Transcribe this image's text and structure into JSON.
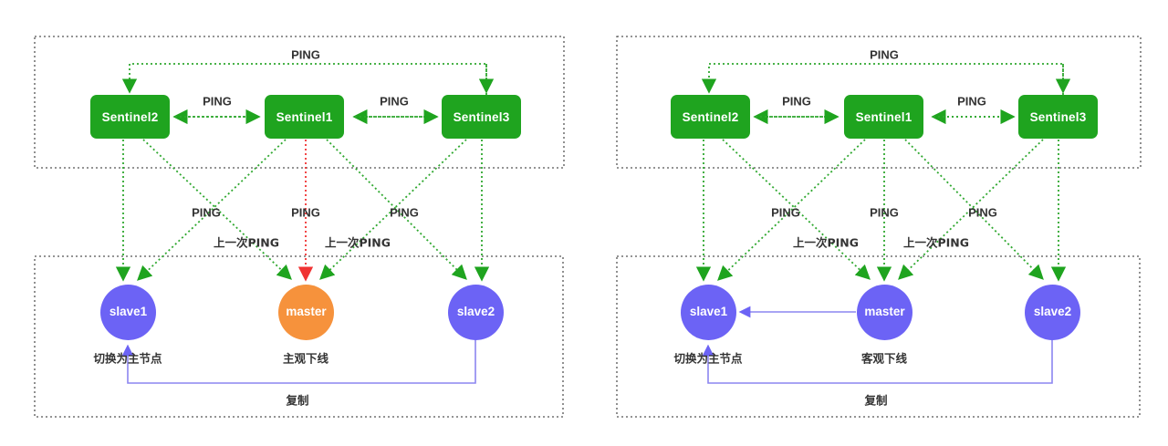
{
  "colors": {
    "sentinel_green": "#1FA41F",
    "master_orange": "#F6923C",
    "slave_purple": "#6C63F5",
    "ping_line_green": "#2FA82F",
    "down_line_red": "#F03333",
    "replication_line": "#8C85F0",
    "container_border": "#555555",
    "label_text": "#333333",
    "background": "#FFFFFF"
  },
  "diagrams": [
    {
      "id": "left",
      "name": "subjective-down-diagram",
      "sentinel_group": {
        "name": "sentinel-cluster-container",
        "nodes": [
          {
            "id": "sentinel2",
            "label": "Sentinel2"
          },
          {
            "id": "sentinel1",
            "label": "Sentinel1"
          },
          {
            "id": "sentinel3",
            "label": "Sentinel3"
          }
        ],
        "edge_labels": [
          {
            "id": "ping-top",
            "text": "PING"
          },
          {
            "id": "ping-left",
            "text": "PING"
          },
          {
            "id": "ping-right",
            "text": "PING"
          }
        ]
      },
      "data_group": {
        "name": "redis-data-container",
        "nodes": [
          {
            "id": "slave1",
            "label": "slave1",
            "color": "#6C63F5",
            "status": "切换为主节点"
          },
          {
            "id": "master",
            "label": "master",
            "color": "#F6923C",
            "status": "主观下线"
          },
          {
            "id": "slave2",
            "label": "slave2",
            "color": "#6C63F5",
            "status": ""
          }
        ],
        "edge_labels": [
          {
            "id": "ping-slave1",
            "text": "PING"
          },
          {
            "id": "ping-master",
            "text": "PING"
          },
          {
            "id": "ping-slave2",
            "text": "PING"
          },
          {
            "id": "lastping-left",
            "text": "上一次PING"
          },
          {
            "id": "lastping-right",
            "text": "上一次PING"
          },
          {
            "id": "replication",
            "text": "复制"
          }
        ]
      },
      "master_ping_line_color": "#F03333",
      "has_promotion_arrow": false
    },
    {
      "id": "right",
      "name": "objective-down-diagram",
      "sentinel_group": {
        "name": "sentinel-cluster-container",
        "nodes": [
          {
            "id": "sentinel2",
            "label": "Sentinel2"
          },
          {
            "id": "sentinel1",
            "label": "Sentinel1"
          },
          {
            "id": "sentinel3",
            "label": "Sentinel3"
          }
        ],
        "edge_labels": [
          {
            "id": "ping-top",
            "text": "PING"
          },
          {
            "id": "ping-left",
            "text": "PING"
          },
          {
            "id": "ping-right",
            "text": "PING"
          }
        ]
      },
      "data_group": {
        "name": "redis-data-container",
        "nodes": [
          {
            "id": "slave1",
            "label": "slave1",
            "color": "#6C63F5",
            "status": "切换为主节点"
          },
          {
            "id": "master",
            "label": "master",
            "color": "#6C63F5",
            "status": "客观下线"
          },
          {
            "id": "slave2",
            "label": "slave2",
            "color": "#6C63F5",
            "status": ""
          }
        ],
        "edge_labels": [
          {
            "id": "ping-slave1",
            "text": "PING"
          },
          {
            "id": "ping-master",
            "text": "PING"
          },
          {
            "id": "ping-slave2",
            "text": "PING"
          },
          {
            "id": "lastping-left",
            "text": "上一次PING"
          },
          {
            "id": "lastping-right",
            "text": "上一次PING"
          },
          {
            "id": "replication",
            "text": "复制"
          }
        ]
      },
      "master_ping_line_color": "#2FA82F",
      "has_promotion_arrow": true
    }
  ]
}
